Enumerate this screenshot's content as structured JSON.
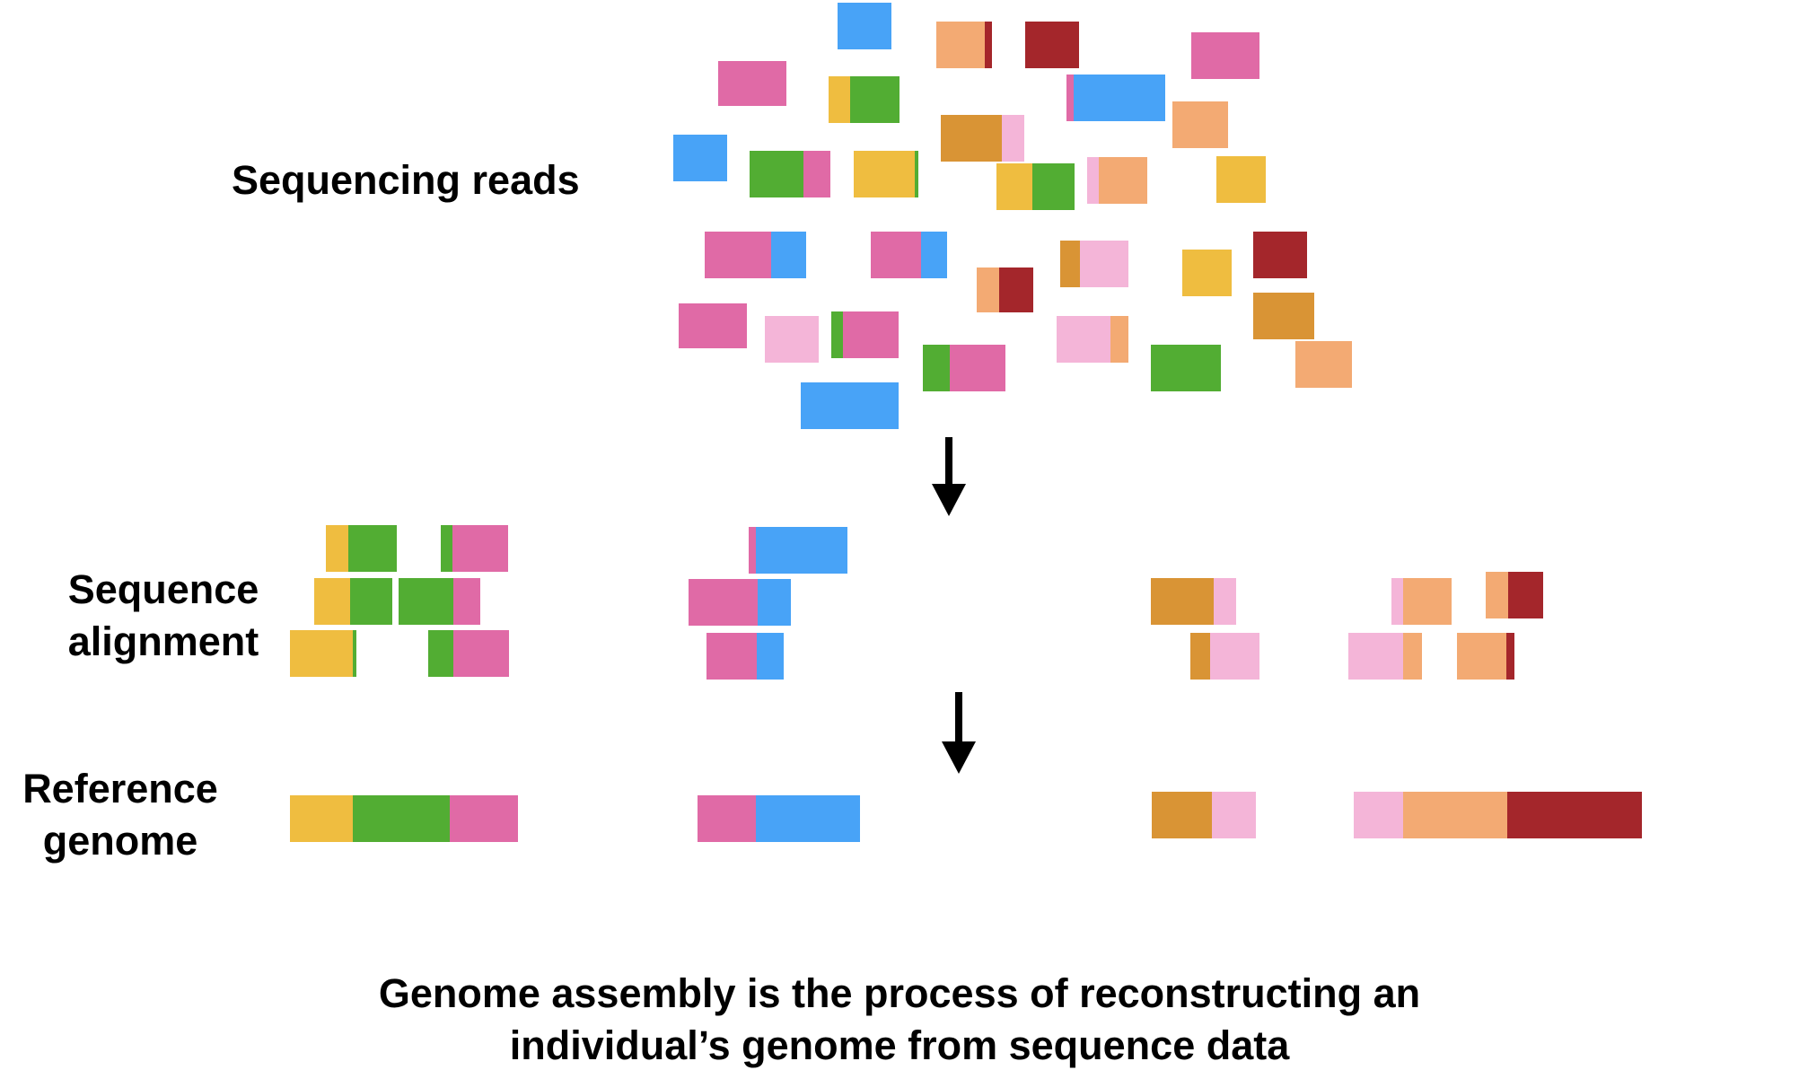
{
  "labels": {
    "reads": "Sequencing reads",
    "alignment_line1": "Sequence",
    "alignment_line2": "alignment",
    "reference_line1": "Reference",
    "reference_line2": "genome"
  },
  "caption": {
    "line1": "Genome assembly is the process of reconstructing an",
    "line2": "individual’s genome from sequence data"
  },
  "colors": {
    "yellow": "#EFBD40",
    "green": "#52AD33",
    "magenta": "#E06AA6",
    "blue": "#48A3F7",
    "orange": "#D99435",
    "light_pink": "#F4B5D8",
    "salmon": "#F3AA73",
    "dark_red": "#A4262B",
    "arrow": "#000000"
  }
}
